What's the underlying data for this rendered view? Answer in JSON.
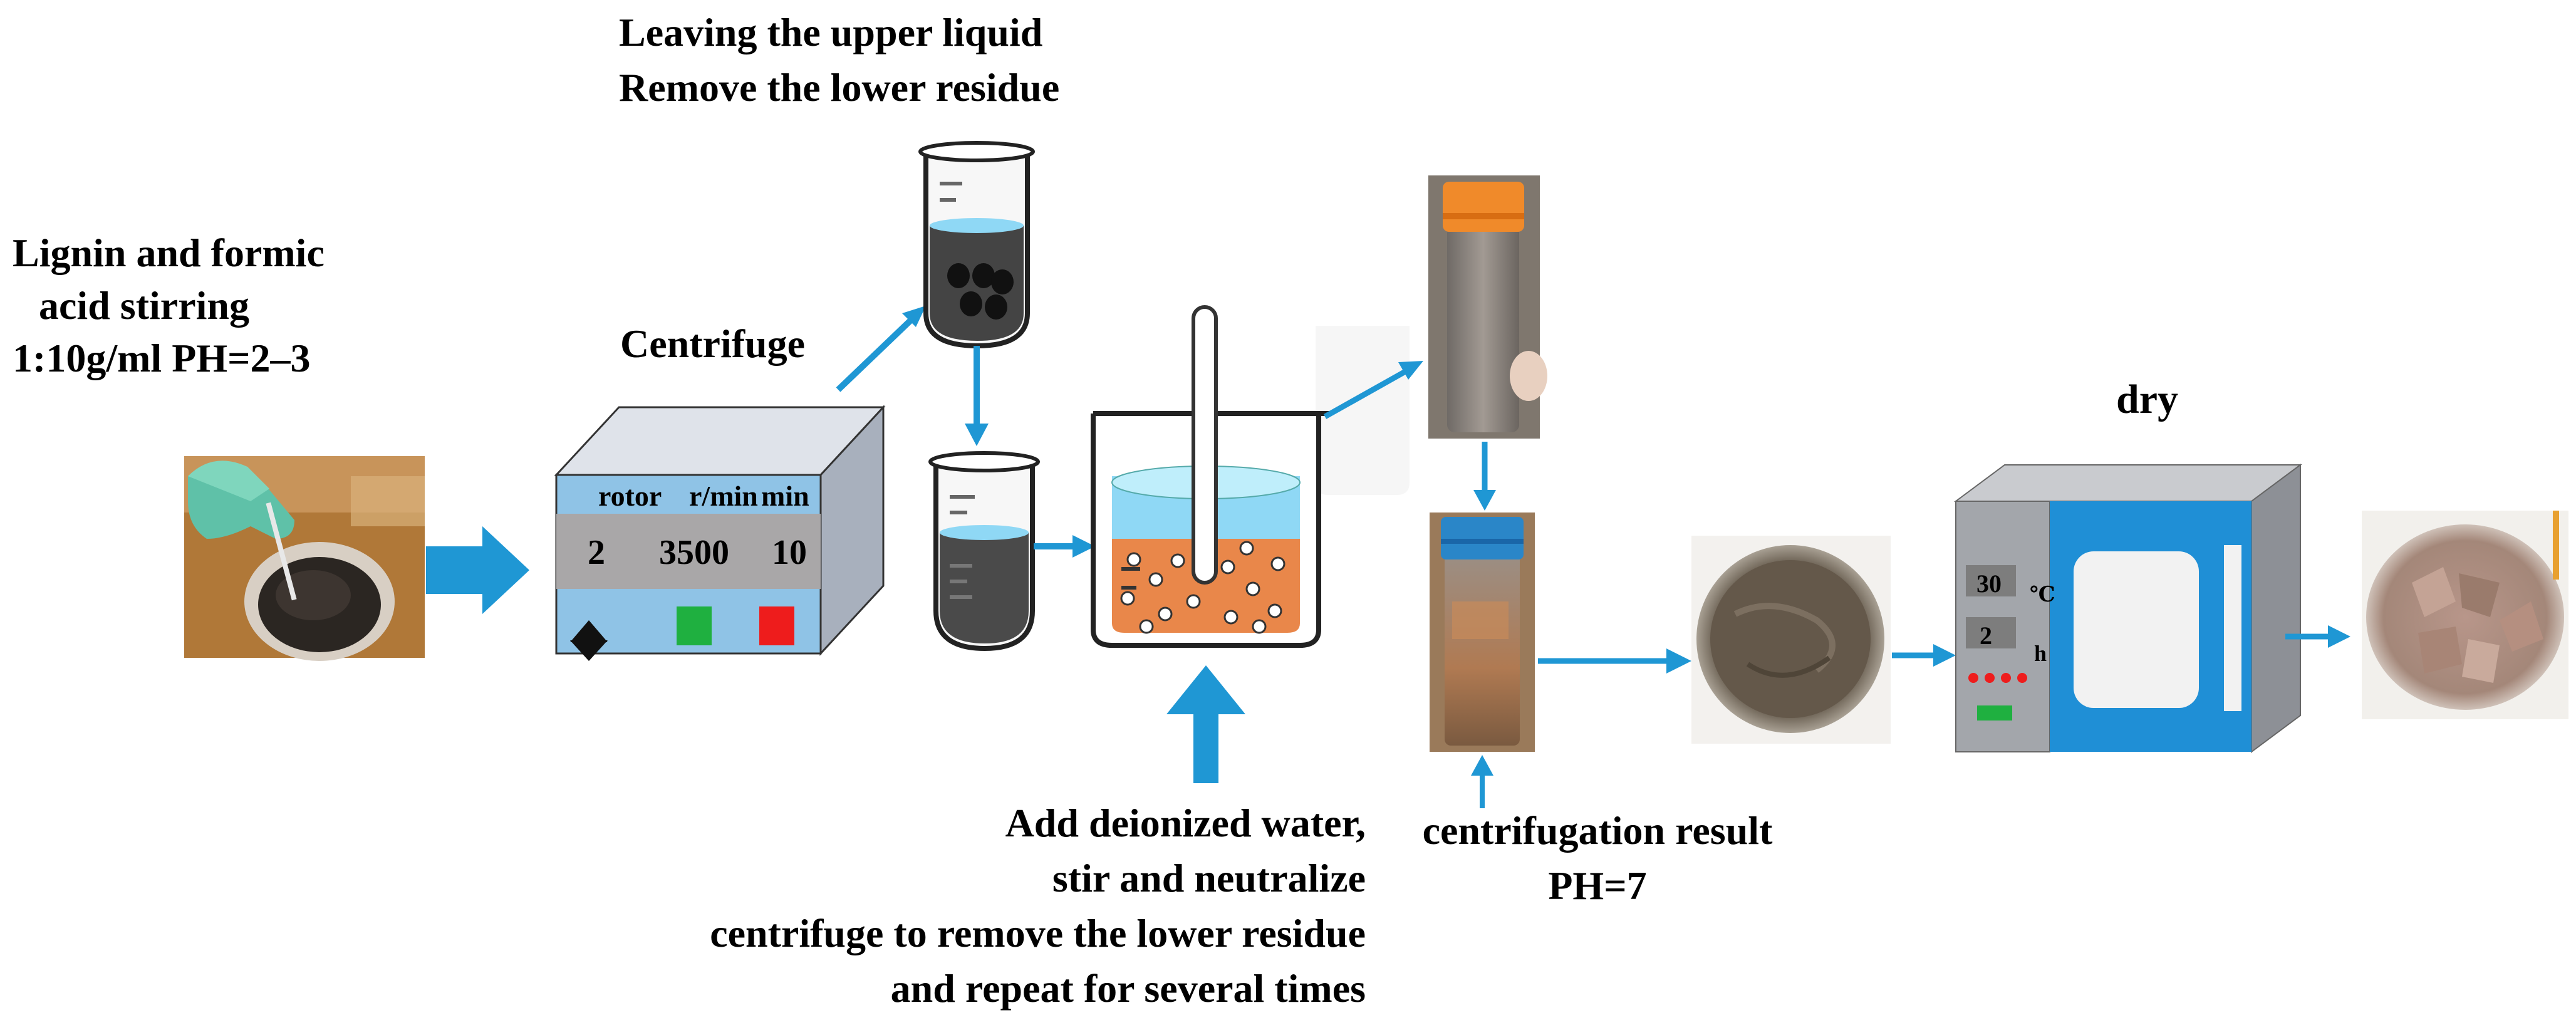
{
  "labels": {
    "step1_line1": "Lignin and formic",
    "step1_line2": "acid stirring",
    "step1_line3": "1:10g/ml   PH=2–3",
    "centrifuge": "Centrifuge",
    "top_line1": "Leaving the upper liquid",
    "top_line2": "Remove the lower residue",
    "bottom_line1": "Add deionized water,",
    "bottom_line2": "stir and neutralize",
    "bottom_line3": "centrifuge to remove the lower residue",
    "bottom_line4": "and repeat for several times",
    "result_line1": "centrifugation result",
    "result_line2": "PH=7",
    "dry": "dry"
  },
  "centrifuge_panel": {
    "header_rotor": "rotor",
    "header_speed": "r/min",
    "header_time": "min",
    "value_rotor": "2",
    "value_speed": "3500",
    "value_time": "10"
  },
  "oven_panel": {
    "temp_value": "30",
    "temp_unit": "℃",
    "time_value": "2",
    "time_unit": "h"
  },
  "colors": {
    "arrow": "#1f97d4",
    "centrifuge_panel": "#8fc3e6",
    "oven_door": "#1f8fd6",
    "water": "#8fd8f5",
    "residue": "#e9874a",
    "start_button": "#1fb040",
    "stop_button": "#ee1c1c"
  }
}
